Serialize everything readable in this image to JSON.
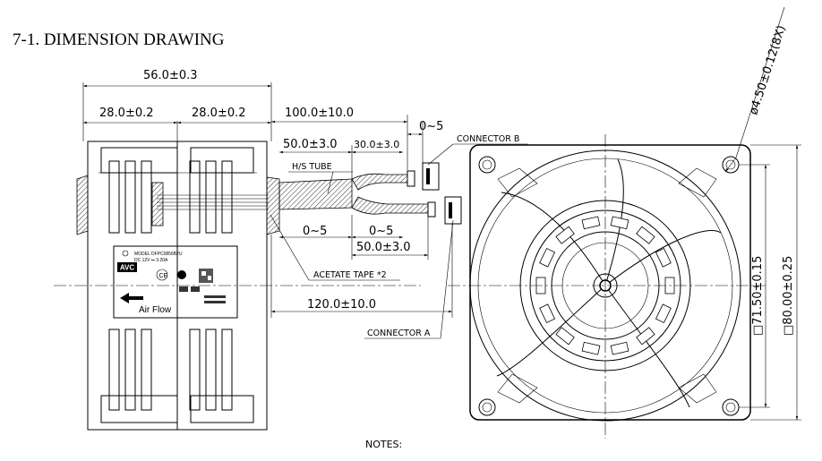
{
  "title": "7-1. DIMENSION DRAWING",
  "dimensions": {
    "overall_width": "56.0±0.3",
    "half_left": "28.0±0.2",
    "half_right": "28.0±0.2",
    "lead_length": "100.0±10.0",
    "tol_top": "0~5",
    "tube_length": "50.0±3.0",
    "tube_to_conn": "30.0±3.0",
    "tol_bottom_left": "0~5",
    "tol_bottom_right": "0~5",
    "lower_lead": "50.0±3.0",
    "total_lead": "120.0±10.0",
    "hole_dia": "ø4.50±0.12(8X)",
    "hole_spacing": "□71.50±0.15",
    "frame_size": "□80.00±0.25"
  },
  "callouts": {
    "connector_b": "CONNECTOR B",
    "hs_tube": "H/S TUBE",
    "acetate_tape": "ACETATE TAPE *2",
    "connector_a": "CONNECTOR A"
  },
  "label_panel": {
    "model": "MODEL DFPC0856B2U",
    "ratings": "DC 12V ⎓ 3.20A",
    "brand": "AVC",
    "air_flow": "Air Flow"
  },
  "notes_heading": "NOTES:"
}
